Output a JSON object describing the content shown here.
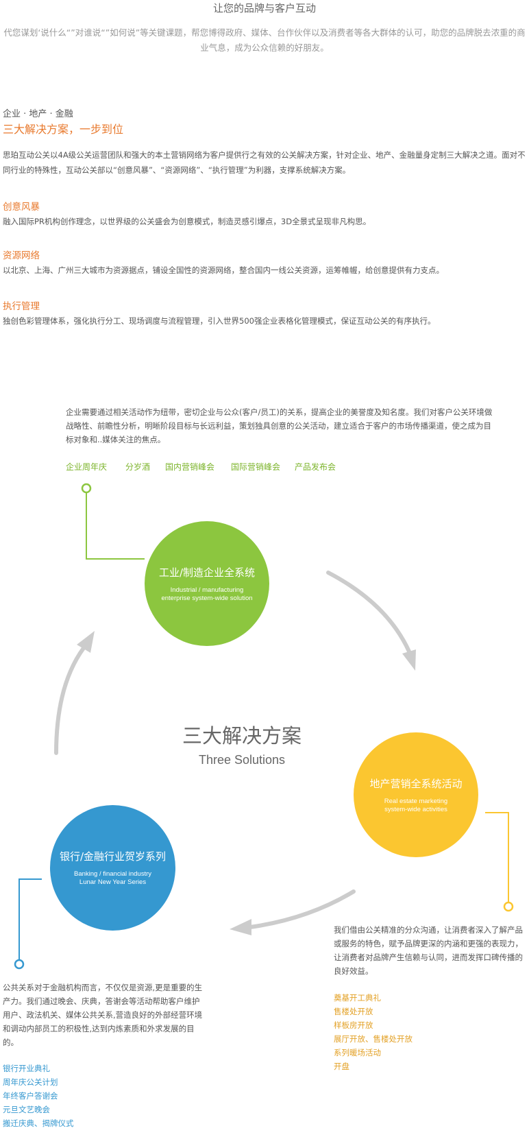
{
  "hero": {
    "title": "让您的品牌与客户互动",
    "text": "代您谋划‘说什么“”对谁说“”如何说”等关键课题，帮您博得政府、媒体、台作伙伴以及消费者等各大群体的认可，助您的品牌脱去浓重的商业气息，成为公众信赖的好朋友。"
  },
  "solutions": {
    "eyebrow": "企业 · 地产 · 金融",
    "heading": "三大解决方案，一步到位",
    "intro": "思珀互动公关以4A级公关运营团队和强大的本土营销网络为客户提供行之有效的公关解决方案，针对企业、地产、金融量身定制三大解决之道。面对不同行业的特殊性，互动公关部以“创意风暴”、“资源网络”、“执行管理”为利器，支撑系统解决方案。",
    "items": [
      {
        "title": "创意风暴",
        "text": "融入国际PR机构创作理念，以世界级的公关盛会为创意模式，制造灵感引爆点，3D全景式呈现非凡构思。"
      },
      {
        "title": "资源网络",
        "text": "以北京、上海、广州三大城市为资源据点，铺设全国性的资源网络，整合国内一线公关资源，运筹帷幄，给创意提供有力支点。"
      },
      {
        "title": "执行管理",
        "text": "独创色彩管理体系，强化执行分工、现场调度与流程管理，引入世界500强企业表格化管理模式，保证互动公关的有序执行。"
      }
    ]
  },
  "diagram": {
    "center_zh": "三大解决方案",
    "center_en": "Three Solutions",
    "colors": {
      "green": "#8cc63f",
      "yellow": "#fbc630",
      "blue": "#3598d0",
      "arrow": "#cccccc"
    },
    "industrial": {
      "title_zh": "工业/制造企业全系统",
      "title_en_1": "Industrial / manufacturing",
      "title_en_2": "enterprise system-wide solution",
      "text": "企业需要通过相关活动作为纽带，密切企业与公众(客户/员工)的关系，提高企业的美誉度及知名度。我们对客户公关环境做战略性、前瞻性分析，明晰阶段目标与长远利益，策划独具创意的公关活动，建立适合于客户的市场传播渠道，使之成为目标对象和..媒体关注的焦点。",
      "tags": [
        "企业周年庆",
        "分岁酒",
        "国内营销峰会",
        "国际营销峰会",
        "产品发布会"
      ]
    },
    "realestate": {
      "title_zh": "地产营销全系统活动",
      "title_en_1": "Real estate marketing",
      "title_en_2": "system-wide activities",
      "text": "我们借由公关精准的分众沟通，让消费者深入了解产品或服务的特色，赋予品牌更深的内涵和更强的表现力，让消费者对品牌产生信赖与认同，进而发挥口碑传播的良好效益。",
      "list": [
        "奠基开工典礼",
        "售楼处开放",
        "样板房开放",
        "展厅开放、售楼处开放",
        "系列暖场活动",
        "开盘"
      ]
    },
    "finance": {
      "title_zh": "银行/金融行业贺岁系列",
      "title_en_1": "Banking / financial industry",
      "title_en_2": "Lunar New Year Series",
      "text": "公共关系对于金融机构而言，不仅仅是资源,更是重要的生产力。我们通过晚会、庆典，答谢会等活动帮助客户维护用户、政法机关、媒体公共关系,营造良好的外部经营环境和调动内部员工的积极性,达到内炼素质和外求发展的目的。",
      "list": [
        "银行开业典礼",
        "周年庆公关计划",
        "年终客户答谢会",
        "元旦文艺晚会",
        "搬迁庆典、揭牌仪式"
      ]
    }
  }
}
